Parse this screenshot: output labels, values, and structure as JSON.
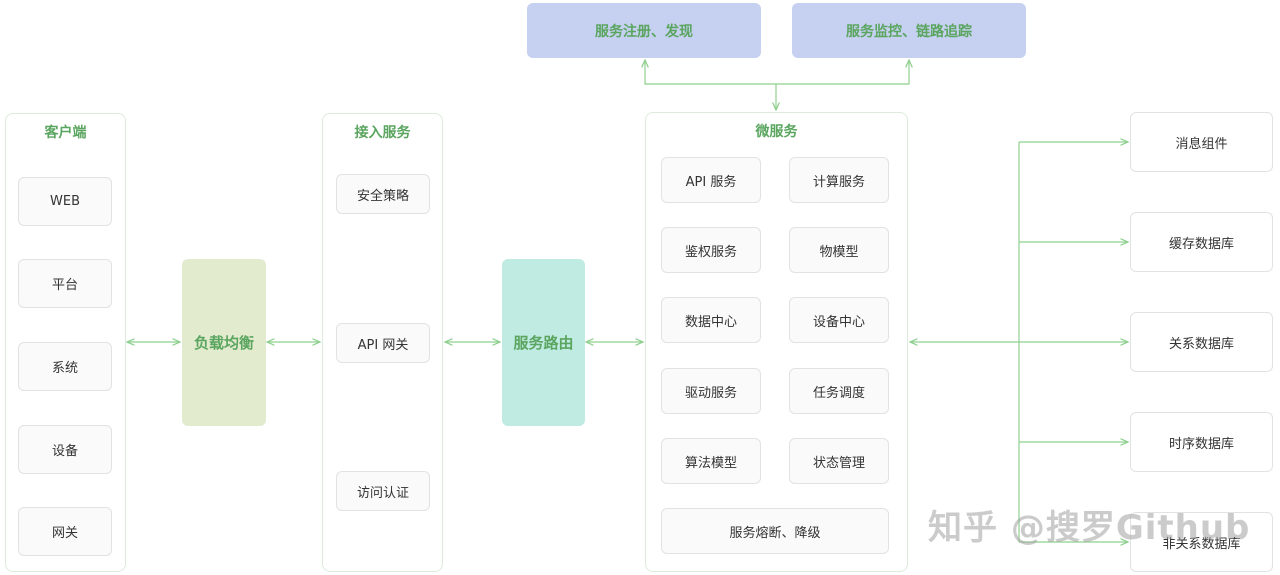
{
  "top": {
    "registry": "服务注册、发现",
    "monitor": "服务监控、链路追踪"
  },
  "client": {
    "title": "客户端",
    "items": [
      "WEB",
      "平台",
      "系统",
      "设备",
      "网关"
    ]
  },
  "load_balancer": "负载均衡",
  "access": {
    "title": "接入服务",
    "security": "安全策略",
    "gateway": "API 网关",
    "auth": "访问认证"
  },
  "router": "服务路由",
  "micro": {
    "title": "微服务",
    "items": [
      "API 服务",
      "计算服务",
      "鉴权服务",
      "物模型",
      "数据中心",
      "设备中心",
      "驱动服务",
      "任务调度",
      "算法模型",
      "状态管理"
    ],
    "wide": "服务熔断、降级"
  },
  "storage": [
    "消息组件",
    "缓存数据库",
    "关系数据库",
    "时序数据库",
    "非关系数据库"
  ],
  "watermark": "知乎 @搜罗Github",
  "colors": {
    "accent": "#5aa55f",
    "line": "#8fd08f",
    "lb_fill": "#e3ebce",
    "router_fill": "#c0ebe3",
    "top_fill": "#c6d0f0"
  }
}
